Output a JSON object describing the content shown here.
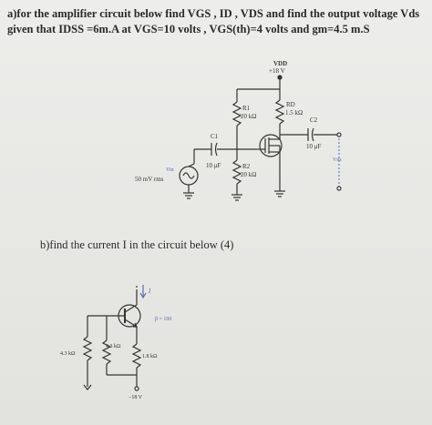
{
  "question_a": {
    "line1": "a)for the amplifier circuit below find VGS , ID , VDS  and find the output voltage Vds",
    "line2": "given that IDSS =6m.A at VGS=10 volts , VGS(th)=4 volts and gm=4.5 m.S"
  },
  "circuit_a": {
    "vdd_label": "VDD",
    "vdd_value": "+18 V",
    "r1_name": "R1",
    "r1_value": "20 kΩ",
    "rd_name": "RD",
    "rd_value": "1.5 kΩ",
    "c2_name": "C2",
    "c2_value": "10 μF",
    "c1_name": "C1",
    "c1_value": "10 μF",
    "r2_name": "R2",
    "r2_value": "20 kΩ",
    "vin_name": "Vin",
    "vin_value": "50 mV rms",
    "vds_label": "Vds"
  },
  "question_b": {
    "text": "b)find the current I  in the circuit below (4)"
  },
  "circuit_b": {
    "current_label": "I",
    "beta": "β = 100",
    "r_left": "4.3 kΩ",
    "r_mid": "4.3 kΩ",
    "r_right": "1.8 kΩ",
    "supply": "−18 V"
  }
}
